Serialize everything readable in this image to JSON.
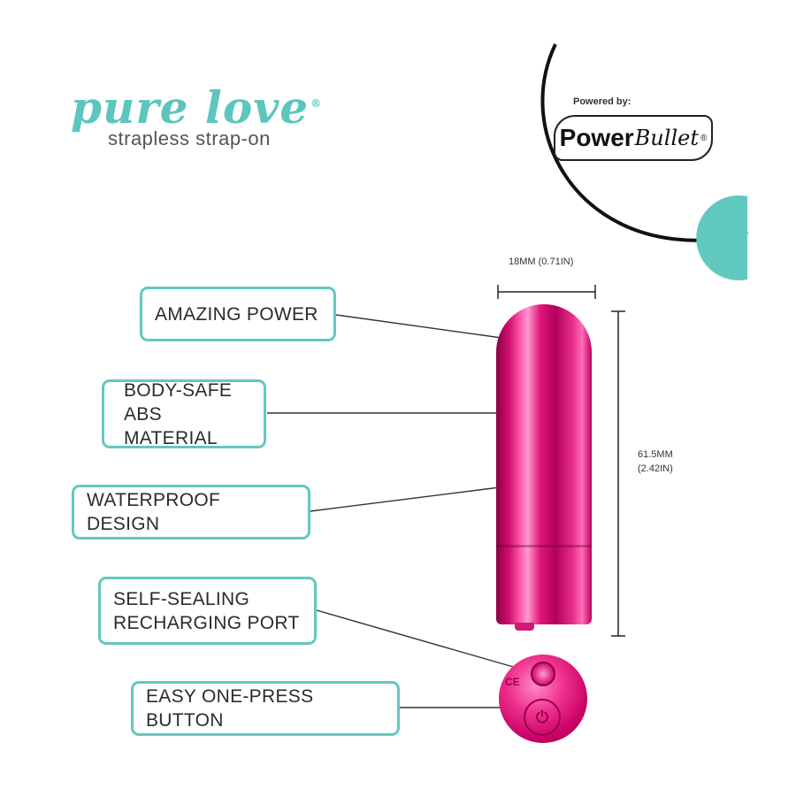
{
  "brand": {
    "name": "pure love",
    "registered_mark": "®",
    "tagline": "strapless strap-on"
  },
  "partner": {
    "powered_by": "Powered by:",
    "name_bold": "Power",
    "name_script": "Bullet",
    "registered_mark": "®"
  },
  "dimensions": {
    "width": "18MM (0.71IN)",
    "height": "61.5MM\n(2.42IN)"
  },
  "features": [
    "AMAZING POWER",
    "BODY-SAFE\nABS MATERIAL",
    "WATERPROOF DESIGN",
    "SELF-SEALING\nRECHARGING PORT",
    "EASY ONE-PRESS BUTTON"
  ],
  "product_markings": {
    "ce_mark": "CE",
    "power_symbol_icon": "power-icon"
  },
  "colors": {
    "accent_teal": "#62c8bf",
    "logo_teal": "#5cc6bd",
    "product_pink": "#e0167a",
    "text_dark": "#2b2b2b"
  }
}
